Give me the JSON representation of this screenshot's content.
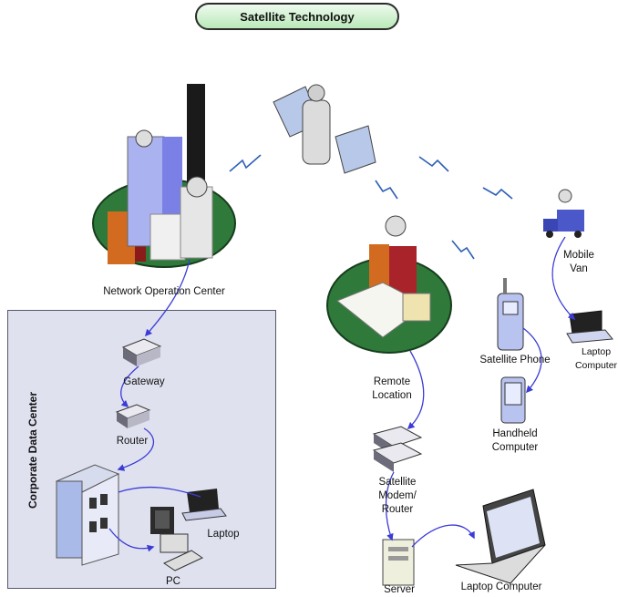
{
  "title": "Satellite Technology",
  "data_center": {
    "label": "Corporate Data Center"
  },
  "nodes": {
    "noc": "Network Operation Center",
    "gateway": "Gateway",
    "router": "Router",
    "laptop_dc": "Laptop",
    "pc": "PC",
    "remote": "Remote\nLocation",
    "modem": "Satellite\nModem/\nRouter",
    "server": "Server",
    "laptop_server": "Laptop Computer",
    "sat_phone": "Satellite Phone",
    "handheld": "Handheld\nComputer",
    "van": "Mobile\nVan",
    "laptop_van": "Laptop\nComputer"
  },
  "colors": {
    "island": "#2f7a3a",
    "link": "#3b3bd6",
    "box": "#dfe1ef"
  }
}
